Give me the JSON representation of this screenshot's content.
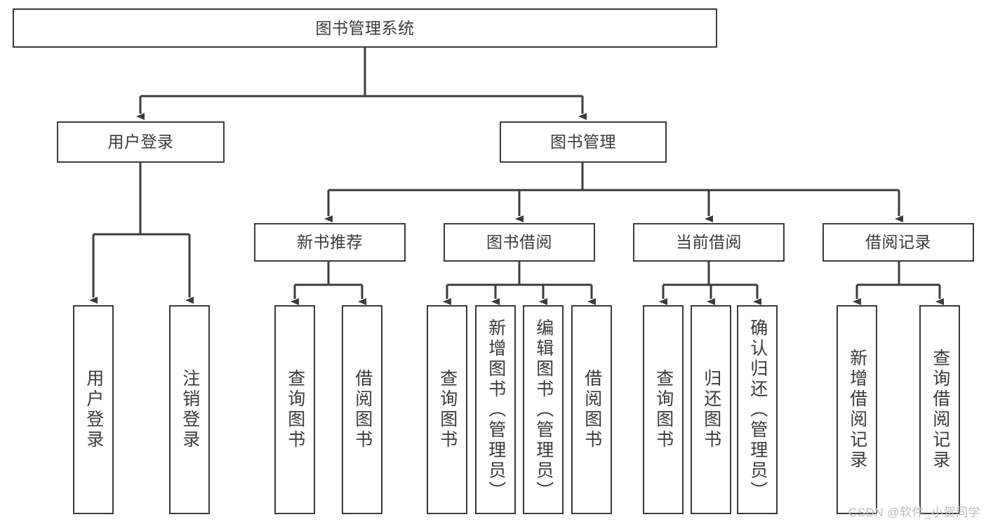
{
  "diagram": {
    "type": "tree-hierarchy-chart",
    "title": "图书管理系统",
    "colors": {
      "box_border": "#3b3b3b",
      "box_fill": "#ffffff",
      "text": "#3a3a3a",
      "edge": "#3b3b3b",
      "watermark": "#bdbdbd",
      "background": "#ffffff"
    },
    "nodes": {
      "root": {
        "label": "图书管理系统"
      },
      "level1": [
        {
          "id": "user-login",
          "label": "用户登录"
        },
        {
          "id": "book-management",
          "label": "图书管理"
        }
      ],
      "level2": [
        {
          "id": "new-book-recommend",
          "label": "新书推荐"
        },
        {
          "id": "book-borrow",
          "label": "图书借阅"
        },
        {
          "id": "current-borrow",
          "label": "当前借阅"
        },
        {
          "id": "borrow-record",
          "label": "借阅记录"
        }
      ],
      "leaves": {
        "user-login": [
          {
            "id": "leaf-user-login",
            "label": "用户登录"
          },
          {
            "id": "leaf-logout-login",
            "label": "注销登录"
          }
        ],
        "new-book-recommend": [
          {
            "id": "leaf-query-book-1",
            "label": "查询图书"
          },
          {
            "id": "leaf-borrow-book-1",
            "label": "借阅图书"
          }
        ],
        "book-borrow": [
          {
            "id": "leaf-query-book-2",
            "label": "查询图书"
          },
          {
            "id": "leaf-add-book",
            "label": "新增图书（管理员）"
          },
          {
            "id": "leaf-edit-book",
            "label": "编辑图书（管理员）"
          },
          {
            "id": "leaf-borrow-book-2",
            "label": "借阅图书"
          }
        ],
        "current-borrow": [
          {
            "id": "leaf-query-book-3",
            "label": "查询图书"
          },
          {
            "id": "leaf-return-book",
            "label": "归还图书"
          },
          {
            "id": "leaf-confirm-return",
            "label": "确认归还（管理员）"
          }
        ],
        "borrow-record": [
          {
            "id": "leaf-add-record",
            "label": "新增借阅记录"
          },
          {
            "id": "leaf-query-record",
            "label": "查询借阅记录"
          }
        ]
      }
    },
    "watermark": "CSDN @软件_小贺同学"
  }
}
